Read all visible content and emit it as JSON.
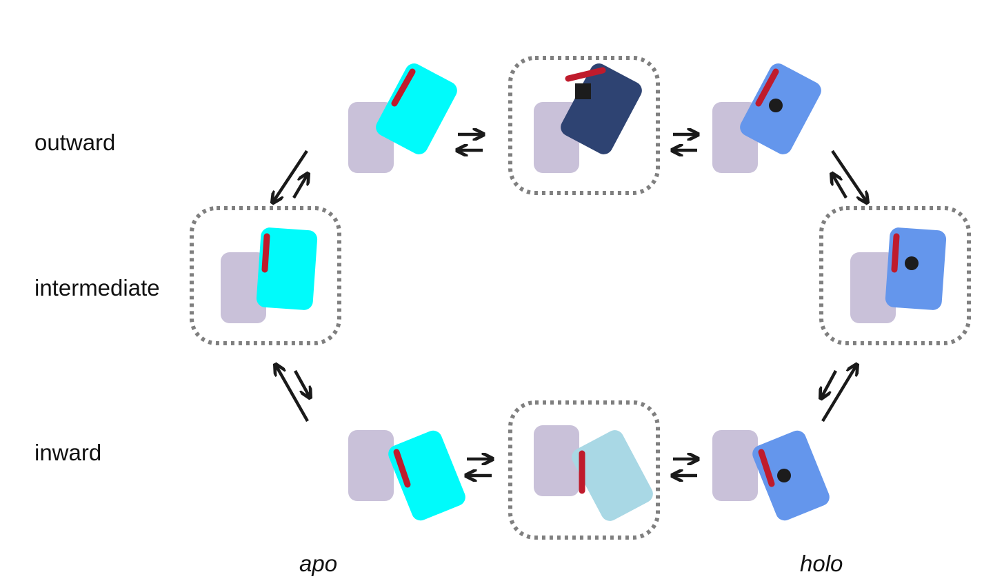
{
  "title": "Transporter alternating-access conformational cycle",
  "row_labels": {
    "outward": "outward",
    "intermediate": "intermediate",
    "inward": "inward"
  },
  "column_labels": {
    "apo": "apo",
    "holo": "holo"
  },
  "colors": {
    "scaffold": "#c9c1d9",
    "apo_domain": "#00fbfb",
    "apo_inward_occluded_domain": "#a9d8e5",
    "holo_domain": "#6496ec",
    "outward_occluded_domain": "#2e4372",
    "gate": "#bf1b2c",
    "substrate": "#1c1c1c",
    "arrow": "#1a1a1a",
    "highlight_box": "#7f7f7f"
  },
  "states": [
    {
      "id": "outward-apo",
      "row": "outward",
      "column": "apo",
      "domain_color": "apo_domain",
      "ligand": "none",
      "highlighted": false
    },
    {
      "id": "outward-occluded",
      "row": "outward",
      "column": "center",
      "domain_color": "outward_occluded_domain",
      "ligand": "square",
      "highlighted": true
    },
    {
      "id": "outward-holo",
      "row": "outward",
      "column": "holo",
      "domain_color": "holo_domain",
      "ligand": "circle",
      "highlighted": false
    },
    {
      "id": "intermediate-apo",
      "row": "intermediate",
      "column": "apo",
      "domain_color": "apo_domain",
      "ligand": "none",
      "highlighted": true
    },
    {
      "id": "intermediate-holo",
      "row": "intermediate",
      "column": "holo",
      "domain_color": "holo_domain",
      "ligand": "circle",
      "highlighted": true
    },
    {
      "id": "inward-apo",
      "row": "inward",
      "column": "apo",
      "domain_color": "apo_domain",
      "ligand": "none",
      "highlighted": false
    },
    {
      "id": "inward-occluded",
      "row": "inward",
      "column": "center",
      "domain_color": "apo_inward_occluded_domain",
      "ligand": "none",
      "highlighted": true
    },
    {
      "id": "inward-holo",
      "row": "inward",
      "column": "holo",
      "domain_color": "holo_domain",
      "ligand": "circle",
      "highlighted": false
    }
  ],
  "transitions": [
    {
      "from": "outward-apo",
      "to": "outward-occluded",
      "type": "equilibrium"
    },
    {
      "from": "outward-occluded",
      "to": "outward-holo",
      "type": "equilibrium"
    },
    {
      "from": "outward-apo",
      "to": "intermediate-apo",
      "type": "equilibrium"
    },
    {
      "from": "outward-holo",
      "to": "intermediate-holo",
      "type": "equilibrium"
    },
    {
      "from": "intermediate-apo",
      "to": "inward-apo",
      "type": "equilibrium"
    },
    {
      "from": "intermediate-holo",
      "to": "inward-holo",
      "type": "equilibrium"
    },
    {
      "from": "inward-apo",
      "to": "inward-occluded",
      "type": "equilibrium"
    },
    {
      "from": "inward-occluded",
      "to": "inward-holo",
      "type": "equilibrium"
    }
  ]
}
